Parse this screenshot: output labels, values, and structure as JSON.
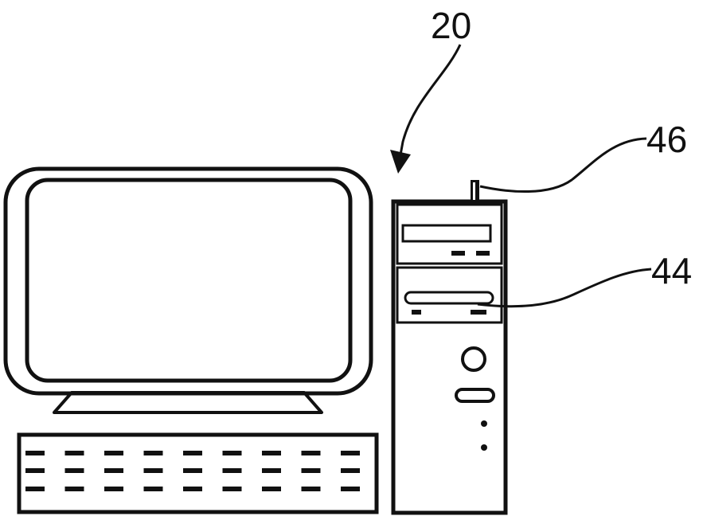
{
  "figure": {
    "labels": {
      "computer_system": "20",
      "antenna": "46",
      "card_reader_slot": "44"
    },
    "keyboard": {
      "key_rows": 3,
      "keys_per_row": 9
    },
    "colors": {
      "ink": "#111111",
      "background": "#ffffff"
    }
  }
}
